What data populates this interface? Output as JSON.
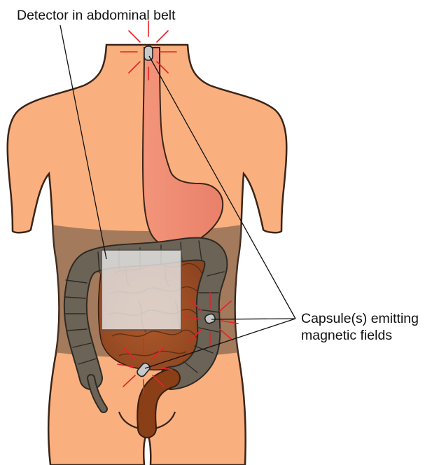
{
  "labels": {
    "detector": "Detector in abdominal belt",
    "capsule_line1": "Capsule(s) emitting",
    "capsule_line2": "magnetic fields"
  },
  "colors": {
    "skin": "#f9b07e",
    "skin_outline": "#3a2418",
    "esophagus": "#f08870",
    "belt": "#6b5a48",
    "colon": "#6b6356",
    "colon_outline": "#2e2a24",
    "small_intestine": "#a0522d",
    "rectum": "#8a3f16",
    "detector_fill": "#e6e6e6",
    "magnetic_field": "#e8202a",
    "capsule": "#c8c8c8",
    "leader_line": "#111111"
  },
  "icons": {
    "capsule": "capsule-icon",
    "field": "magnetic-field-rays"
  }
}
